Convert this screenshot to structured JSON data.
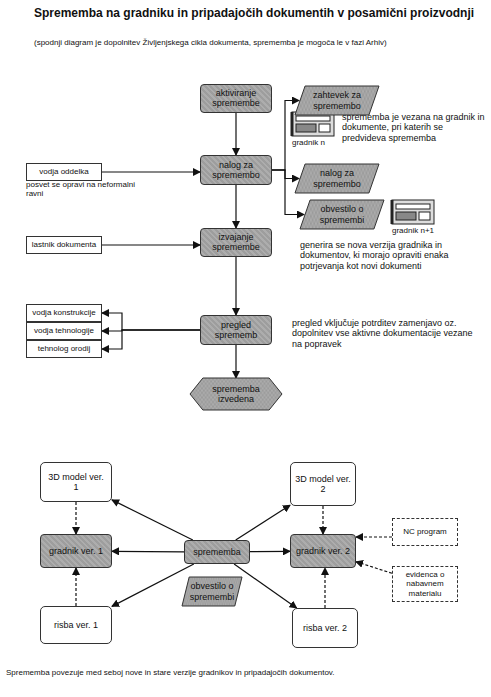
{
  "diagram": {
    "title": "Sprememba na gradniku in pripadajočih dokumentih v posamični proizvodnji",
    "caption": "Sprememba povezuje med seboj nove in stare verzije gradnikov in pripadajočih dokumentov.",
    "nodes": [
      {
        "text": [
          "aktiviranje spremembe"
        ]
      },
      {
        "text": [
          "zahtevek za spremembo"
        ]
      },
      {
        "text": [
          "nalog za spremembo"
        ]
      },
      {
        "text": [
          "vodja oddelka"
        ]
      },
      {
        "text": [
          "nalog za spremembo"
        ]
      },
      {
        "text": [
          "obvestilo o spremembi"
        ]
      },
      {
        "text": [
          "izvajanje spremembe"
        ]
      },
      {
        "text": [
          "lastnik dokumenta"
        ]
      },
      {
        "text": [
          "vodja konstrukcije"
        ]
      },
      {
        "text": [
          "vodja tehnologije"
        ]
      },
      {
        "text": [
          "tehnolog orodij"
        ]
      },
      {
        "text": [
          "pregled sprememb"
        ]
      },
      {
        "text": [
          "sprememba izvedena"
        ]
      },
      {
        "text": [
          "3D model ver. 1"
        ]
      },
      {
        "text": [
          "3D model ver. 2"
        ]
      },
      {
        "text": [
          "NC program"
        ]
      },
      {
        "text": [
          "gradnik ver. 1"
        ]
      },
      {
        "text": [
          "sprememba"
        ]
      },
      {
        "text": [
          "gradnik ver. 2"
        ]
      },
      {
        "text": [
          "obvestilo o spremembi"
        ]
      },
      {
        "text": [
          "evidenca o nabavnem materialu"
        ]
      },
      {
        "text": [
          "risba ver. 1"
        ]
      },
      {
        "text": [
          "risba ver. 2"
        ]
      }
    ],
    "edges": [
      {
        "from": 0,
        "to": 2,
        "arrow": "to"
      },
      {
        "from": 3,
        "to": 2,
        "arrow": "to"
      },
      {
        "from": 2,
        "to": 1,
        "arrow": "to"
      },
      {
        "from": 2,
        "to": 4,
        "arrow": "to"
      },
      {
        "from": 2,
        "to": 5,
        "arrow": "to"
      },
      {
        "from": 2,
        "to": 6,
        "arrow": "to"
      },
      {
        "from": 7,
        "to": 6,
        "arrow": "to"
      },
      {
        "from": 6,
        "to": 11,
        "arrow": "to"
      },
      {
        "from": 11,
        "to": 8,
        "arrow": "to"
      },
      {
        "from": 11,
        "to": 9,
        "arrow": "to"
      },
      {
        "from": 11,
        "to": 10,
        "arrow": "to"
      },
      {
        "from": 11,
        "to": 12,
        "arrow": "to"
      },
      {
        "from": 17,
        "to": 13,
        "arrow": "to"
      },
      {
        "from": 17,
        "to": 16,
        "arrow": "to"
      },
      {
        "from": 17,
        "to": 21,
        "arrow": "to"
      },
      {
        "from": 17,
        "to": 14,
        "arrow": "to"
      },
      {
        "from": 17,
        "to": 18,
        "arrow": "to"
      },
      {
        "from": 17,
        "to": 22,
        "arrow": "to"
      },
      {
        "from": 13,
        "to": 16,
        "arrow": "to"
      },
      {
        "from": 21,
        "to": 16,
        "arrow": "to"
      },
      {
        "from": 14,
        "to": 18,
        "arrow": "to"
      },
      {
        "from": 22,
        "to": 18,
        "arrow": "to"
      },
      {
        "from": 15,
        "to": 18,
        "arrow": "to"
      },
      {
        "from": 20,
        "to": 18,
        "arrow": "to"
      }
    ],
    "labels": [
      "(spodnji diagram je dopolnitev Življenjskega cikla dokumenta, sprememba je mogoča le v fazi Arhiv)",
      "posvet se opravi na neformalni ravni",
      "gradnik n",
      "sprememba je vezana na gradnik in dokumente, pri katerih se predvideva sprememba",
      "gradnik n+1",
      "generira se nova verzija gradnika in dokumentov, ki morajo opraviti enaka potrjevanja kot novi dokumenti",
      "pregled vključuje potrditev zamenjavo oz. dopolnitev vse aktivne dokumentacije vezane na popravek"
    ]
  }
}
